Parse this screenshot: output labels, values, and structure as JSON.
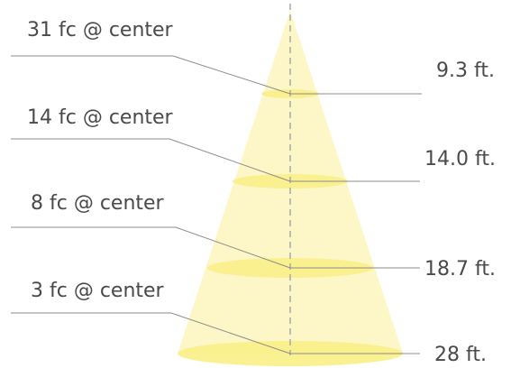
{
  "beam": {
    "levels": [
      {
        "illuminance": "31 fc @ center",
        "distance": "9.3 ft."
      },
      {
        "illuminance": "14 fc @ center",
        "distance": "14.0 ft."
      },
      {
        "illuminance": "8 fc @ center",
        "distance": "18.7 ft."
      },
      {
        "illuminance": "3 fc @ center",
        "distance": "28 ft."
      }
    ]
  },
  "colors": {
    "beam_fill": "#fdf6c6",
    "ellipse_fill": "#f9ef86",
    "leader_line": "#8c8c8c",
    "center_axis": "#a8a8a8",
    "text": "#4a4a4a"
  }
}
